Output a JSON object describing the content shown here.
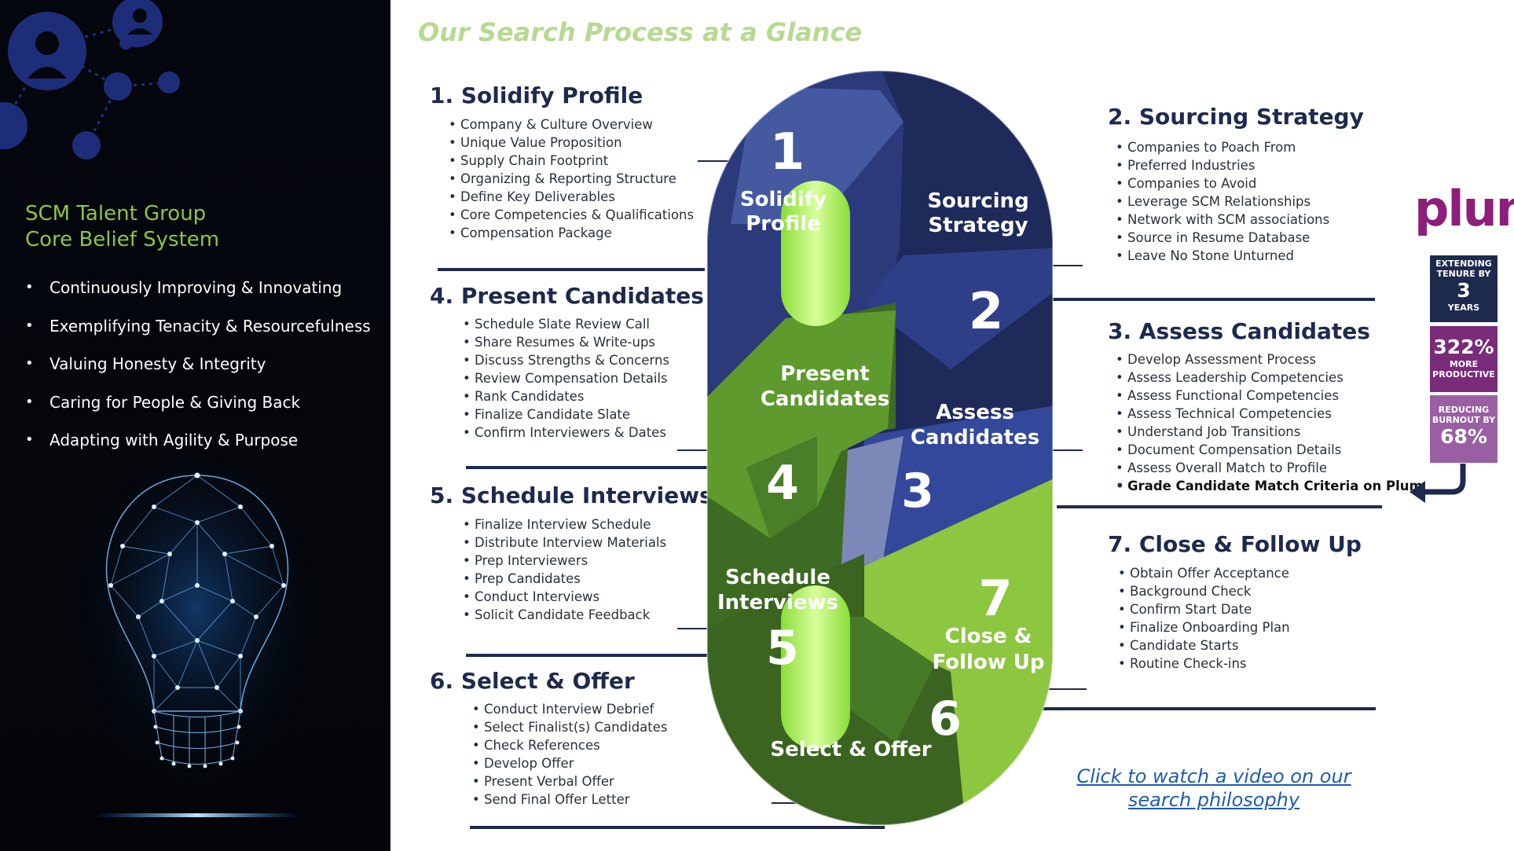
{
  "page_title": "Our Search Process at a Glance",
  "belief_system": {
    "title_line1": "SCM Talent Group",
    "title_line2": "Core Belief System",
    "items": [
      "Continuously Improving & Innovating",
      "Exemplifying Tenacity & Resourcefulness",
      "Valuing Honesty & Integrity",
      "Caring for People & Giving Back",
      "Adapting with Agility & Purpose"
    ]
  },
  "sections": {
    "solidify": {
      "title": "1. Solidify Profile",
      "items": [
        "Company & Culture Overview",
        "Unique Value Proposition",
        "Supply Chain Footprint",
        "Organizing & Reporting Structure",
        "Define Key Deliverables",
        "Core Competencies & Qualifications",
        "Compensation Package"
      ]
    },
    "present": {
      "title": "4. Present Candidates",
      "items": [
        "Schedule Slate Review Call",
        "Share Resumes & Write-ups",
        "Discuss Strengths & Concerns",
        "Review Compensation Details",
        "Rank Candidates",
        "Finalize Candidate Slate",
        "Confirm Interviewers & Dates"
      ]
    },
    "schedule": {
      "title": "5. Schedule Interviews",
      "items": [
        "Finalize Interview Schedule",
        "Distribute Interview Materials",
        "Prep Interviewers",
        "Prep Candidates",
        "Conduct Interviews",
        "Solicit Candidate Feedback"
      ]
    },
    "select": {
      "title": "6. Select & Offer",
      "items": [
        "Conduct Interview Debrief",
        "Select Finalist(s) Candidates",
        "Check References",
        "Develop Offer",
        "Present Verbal Offer",
        "Send Final Offer Letter"
      ]
    },
    "sourcing": {
      "title": "2. Sourcing Strategy",
      "items": [
        "Companies to Poach From",
        "Preferred Industries",
        "Companies to Avoid",
        "Leverage SCM Relationships",
        "Network with SCM associations",
        "Source in Resume Database",
        "Leave No Stone Unturned"
      ]
    },
    "assess": {
      "title": "3. Assess Candidates",
      "items": [
        "Develop Assessment Process",
        "Assess Leadership Competencies",
        "Assess Functional Competencies",
        "Assess Technical Competencies",
        "Understand Job Transitions",
        "Document Compensation Details",
        "Assess Overall Match to Profile"
      ],
      "highlight_item": "Grade Candidate Match Criteria on Plum"
    },
    "close": {
      "title": "7. Close & Follow Up",
      "items": [
        "Obtain Offer Acceptance",
        "Background Check",
        "Confirm Start Date",
        "Finalize Onboarding Plan",
        "Candidate Starts",
        "Routine Check-ins"
      ]
    }
  },
  "graphic": {
    "steps": [
      {
        "num": "1",
        "line1": "Solidify",
        "line2": "Profile"
      },
      {
        "num": "2",
        "line1": "Sourcing",
        "line2": "Strategy"
      },
      {
        "num": "3",
        "line1": "Assess",
        "line2": "Candidates"
      },
      {
        "num": "4",
        "line1": "Present",
        "line2": "Candidates"
      },
      {
        "num": "5",
        "line1": "Schedule",
        "line2": "Interviews"
      },
      {
        "num": "6",
        "line1": "Select & Offer",
        "line2": ""
      },
      {
        "num": "7",
        "line1": "Close &",
        "line2": "Follow Up"
      }
    ],
    "colors": {
      "navy_dark": "#1e2a5a",
      "navy_mid": "#2b3a7a",
      "navy_light": "#4a5fa8",
      "green_dark": "#3e6b23",
      "green_mid": "#5e9a2e",
      "green_light": "#8dc63f",
      "lime": "#b8f06a"
    }
  },
  "plum": {
    "logo": "plum",
    "tenure": {
      "top": "EXTENDING TENURE BY",
      "value": "3",
      "bottom": "YEARS"
    },
    "productive": {
      "value": "322%",
      "bottom": "MORE PRODUCTIVE"
    },
    "burnout": {
      "top": "REDUCING BURNOUT BY",
      "value": "68%"
    }
  },
  "video_link": {
    "line1": "Click to watch a video on our",
    "line2": "search philosophy"
  }
}
